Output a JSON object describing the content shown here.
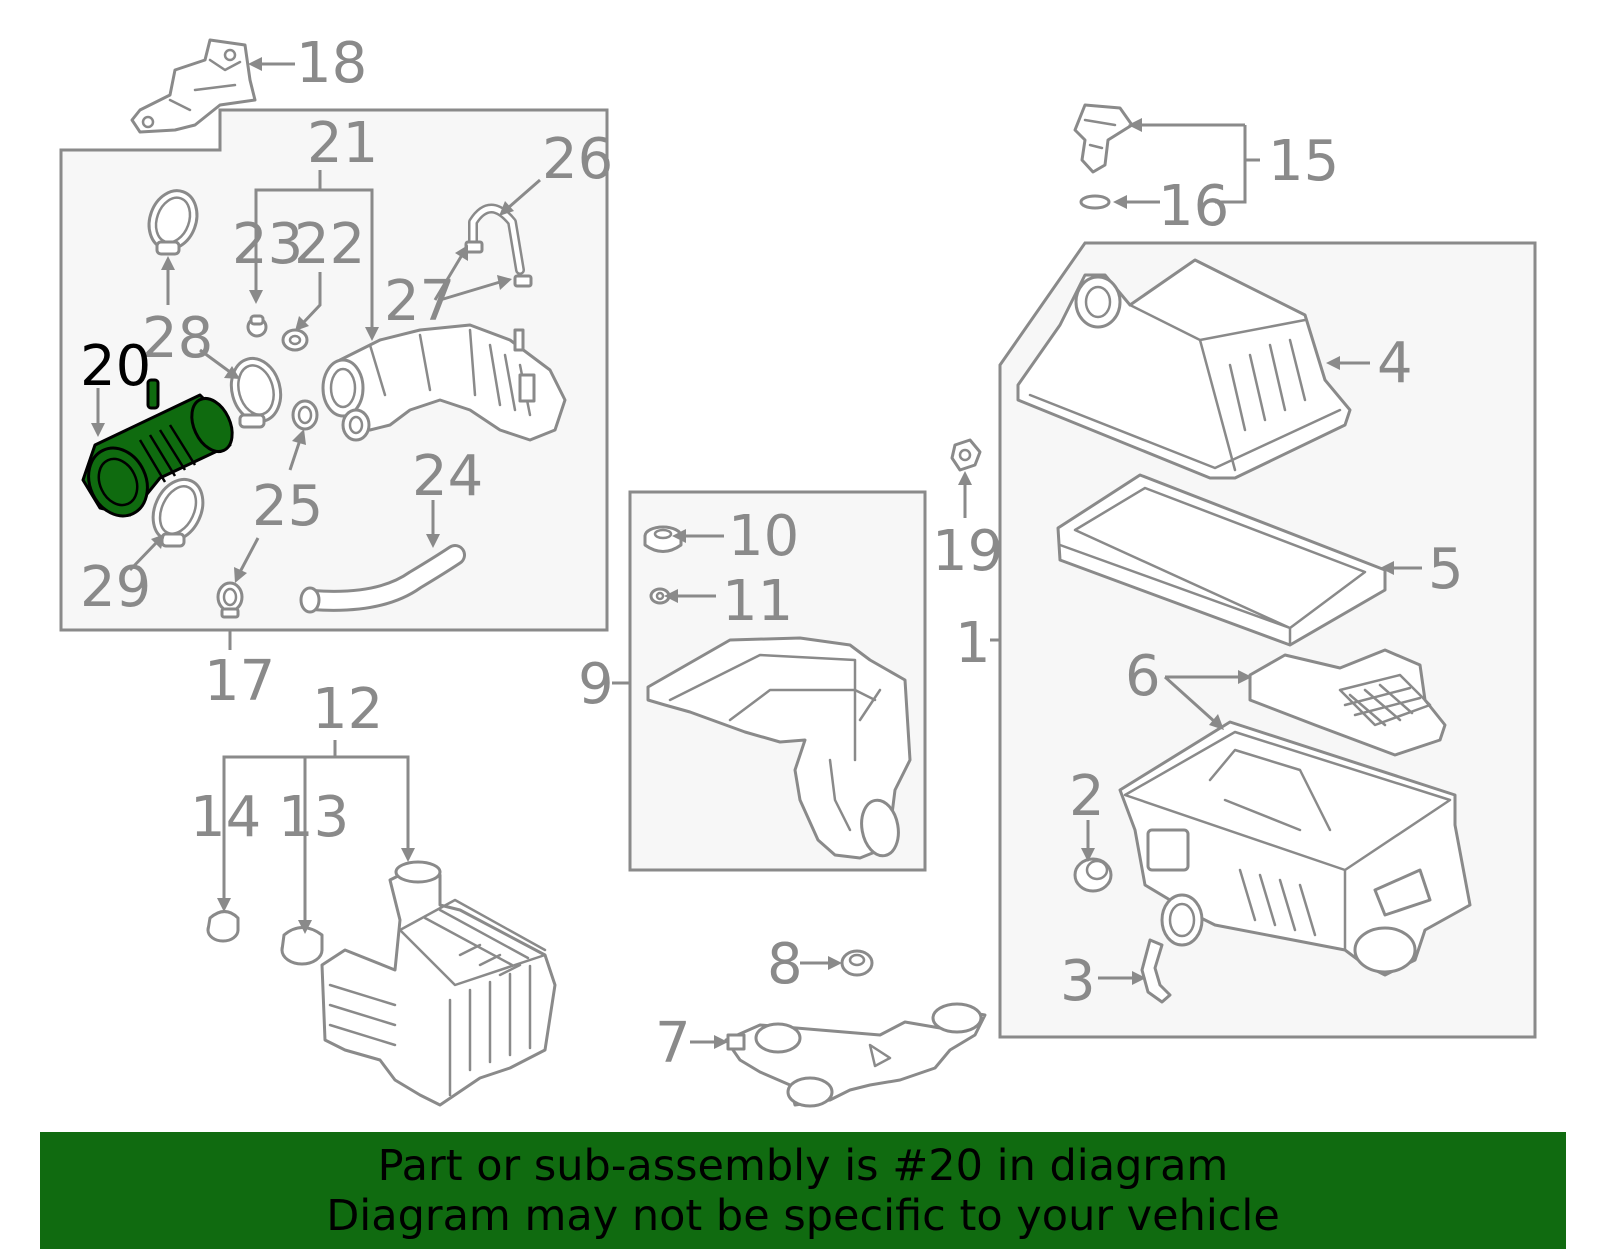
{
  "callouts": {
    "c1": "1",
    "c2": "2",
    "c3": "3",
    "c4": "4",
    "c5": "5",
    "c6": "6",
    "c7": "7",
    "c8": "8",
    "c9": "9",
    "c10": "10",
    "c11": "11",
    "c12": "12",
    "c13": "13",
    "c14": "14",
    "c15": "15",
    "c16": "16",
    "c17": "17",
    "c18": "18",
    "c19": "19",
    "c20": "20",
    "c21": "21",
    "c22": "22",
    "c23": "23",
    "c24": "24",
    "c25": "25",
    "c26": "26",
    "c27": "27",
    "c28": "28",
    "c29": "29"
  },
  "highlight": {
    "part_number": "20",
    "fill_color": "#0f6b0f"
  },
  "colors": {
    "line": "#8a8a8a",
    "box_fill": "#f7f7f7",
    "banner_bg": "#106b10"
  },
  "banner": {
    "line1": "Part or sub-assembly is #20 in diagram",
    "line2": "Diagram may not be specific to your vehicle"
  }
}
